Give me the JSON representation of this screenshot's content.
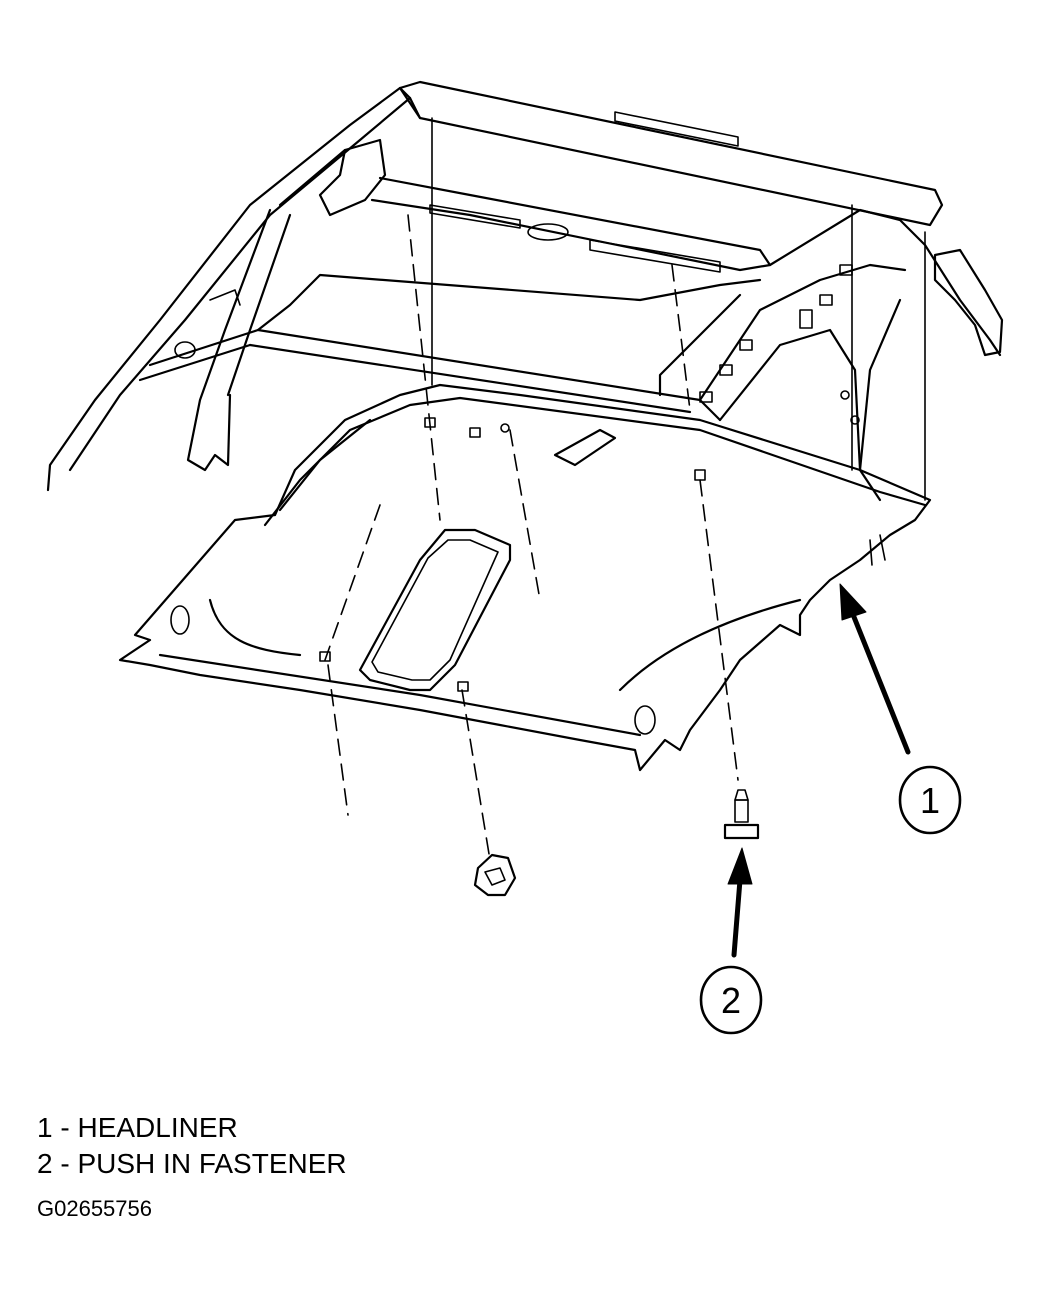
{
  "diagram": {
    "callouts": [
      {
        "number": "1"
      },
      {
        "number": "2"
      }
    ]
  },
  "legend": [
    {
      "number": "1",
      "separator": " - ",
      "label": "HEADLINER"
    },
    {
      "number": "2",
      "separator": " - ",
      "label": "PUSH IN FASTENER"
    }
  ],
  "figure_id": "G02655756"
}
